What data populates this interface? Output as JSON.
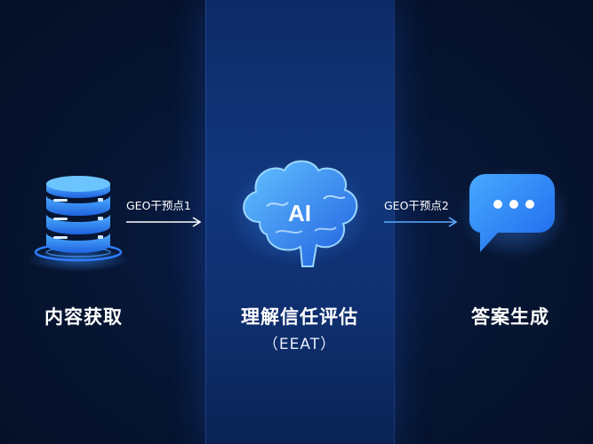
{
  "steps": {
    "left": {
      "label": "内容获取",
      "icon": "database-icon"
    },
    "center": {
      "label": "理解信任评估",
      "sublabel": "（EEAT）",
      "icon": "brain-ai-icon",
      "icon_text": "AI"
    },
    "right": {
      "label": "答案生成",
      "icon": "chat-bubble-icon"
    }
  },
  "arrows": [
    {
      "label": "GEO干预点1"
    },
    {
      "label": "GEO干预点2"
    }
  ],
  "colors": {
    "background": "#071634",
    "band": "#12377d",
    "accent": "#2e8bff",
    "icon_light": "#5fb6ff"
  }
}
